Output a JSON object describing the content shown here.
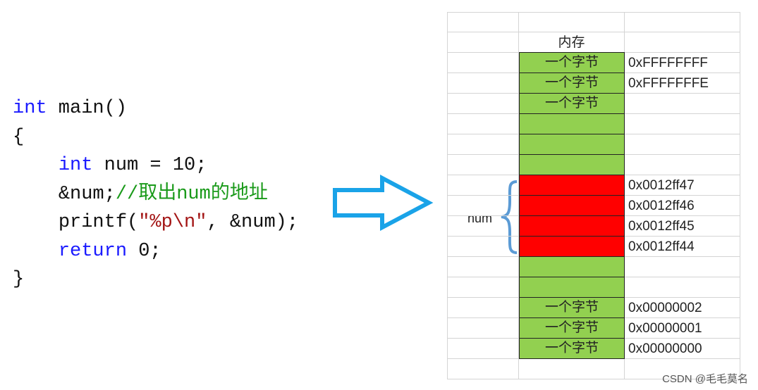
{
  "code": {
    "lines": [
      {
        "kw": "int",
        "rest": " main()"
      },
      {
        "text": "{"
      },
      {
        "indent": "    ",
        "kw": "int",
        "rest": " num = 10;"
      },
      {
        "indent": "    ",
        "text": "&num;",
        "comment": "//取出num的地址"
      },
      {
        "indent": "    ",
        "pre": "printf(",
        "str": "\"%p\\n\"",
        "post": ", &num);"
      },
      {
        "indent": "    ",
        "kw": "return",
        "rest": " 0;"
      },
      {
        "text": "}"
      }
    ]
  },
  "arrow": {
    "color": "#1aa3e8"
  },
  "memory": {
    "header": "内存",
    "variable_label": "num",
    "rows": [
      {
        "fill": "none",
        "label": "",
        "address": ""
      },
      {
        "fill": "header",
        "label": "内存",
        "address": ""
      },
      {
        "fill": "green",
        "label": "一个字节",
        "address": "0xFFFFFFFF"
      },
      {
        "fill": "green",
        "label": "一个字节",
        "address": "0xFFFFFFFE"
      },
      {
        "fill": "green",
        "label": "一个字节",
        "address": ""
      },
      {
        "fill": "green",
        "label": "",
        "address": ""
      },
      {
        "fill": "green",
        "label": "",
        "address": ""
      },
      {
        "fill": "green",
        "label": "",
        "address": ""
      },
      {
        "fill": "red",
        "label": "",
        "address": "0x0012ff47"
      },
      {
        "fill": "red",
        "label": "",
        "address": "0x0012ff46"
      },
      {
        "fill": "red",
        "label": "",
        "address": "0x0012ff45"
      },
      {
        "fill": "red",
        "label": "",
        "address": "0x0012ff44"
      },
      {
        "fill": "green",
        "label": "",
        "address": ""
      },
      {
        "fill": "green",
        "label": "",
        "address": ""
      },
      {
        "fill": "green",
        "label": "一个字节",
        "address": "0x00000002"
      },
      {
        "fill": "green",
        "label": "一个字节",
        "address": "0x00000001"
      },
      {
        "fill": "green",
        "label": "一个字节",
        "address": "0x00000000"
      },
      {
        "fill": "none",
        "label": "",
        "address": ""
      }
    ]
  },
  "watermark": "CSDN @毛毛莫名"
}
